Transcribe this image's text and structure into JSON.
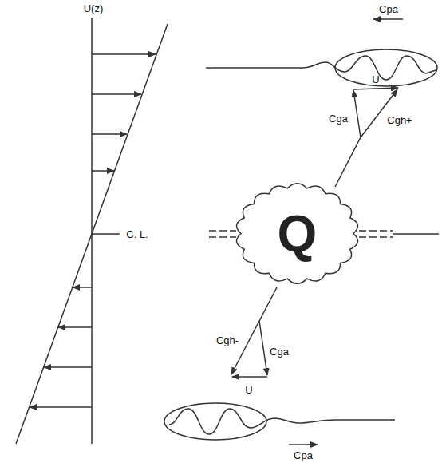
{
  "diagram": {
    "nodes": [
      {
        "text": [
          "Q"
        ]
      }
    ],
    "labels": [
      "U(z)",
      "C. L.",
      "Cpa",
      "U",
      "Cga",
      "Cgh+",
      "Cgh-",
      "Cga",
      "U",
      "Cpa"
    ]
  }
}
